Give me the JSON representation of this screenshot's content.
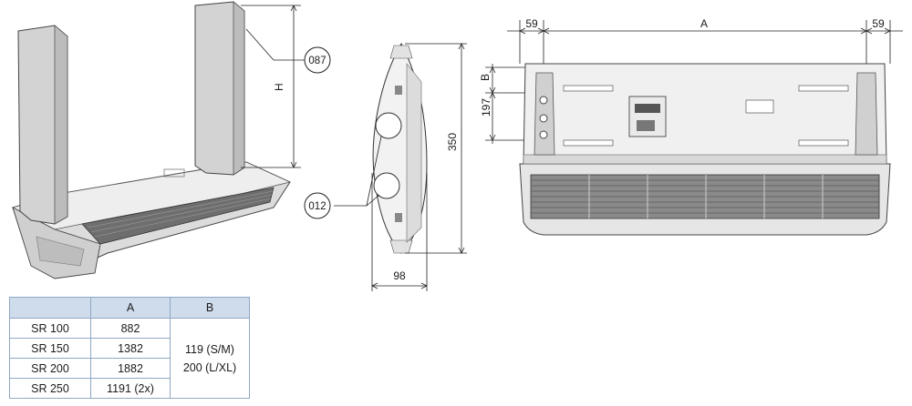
{
  "callouts": {
    "a": "087",
    "b": "012"
  },
  "dims": {
    "h": "H",
    "depth": "350",
    "width": "98",
    "a": "A",
    "side_left": "59",
    "side_right": "59",
    "b": "B",
    "bracket": "197"
  },
  "table": {
    "headers": [
      "",
      "A",
      "B"
    ],
    "rows": [
      {
        "model": "SR 100",
        "a": "882"
      },
      {
        "model": "SR 150",
        "a": "1382"
      },
      {
        "model": "SR 200",
        "a": "1882"
      },
      {
        "model": "SR 250",
        "a": "1191 (2x)"
      }
    ],
    "b_values": [
      "119 (S/M)",
      "200 (L/XL)"
    ]
  }
}
